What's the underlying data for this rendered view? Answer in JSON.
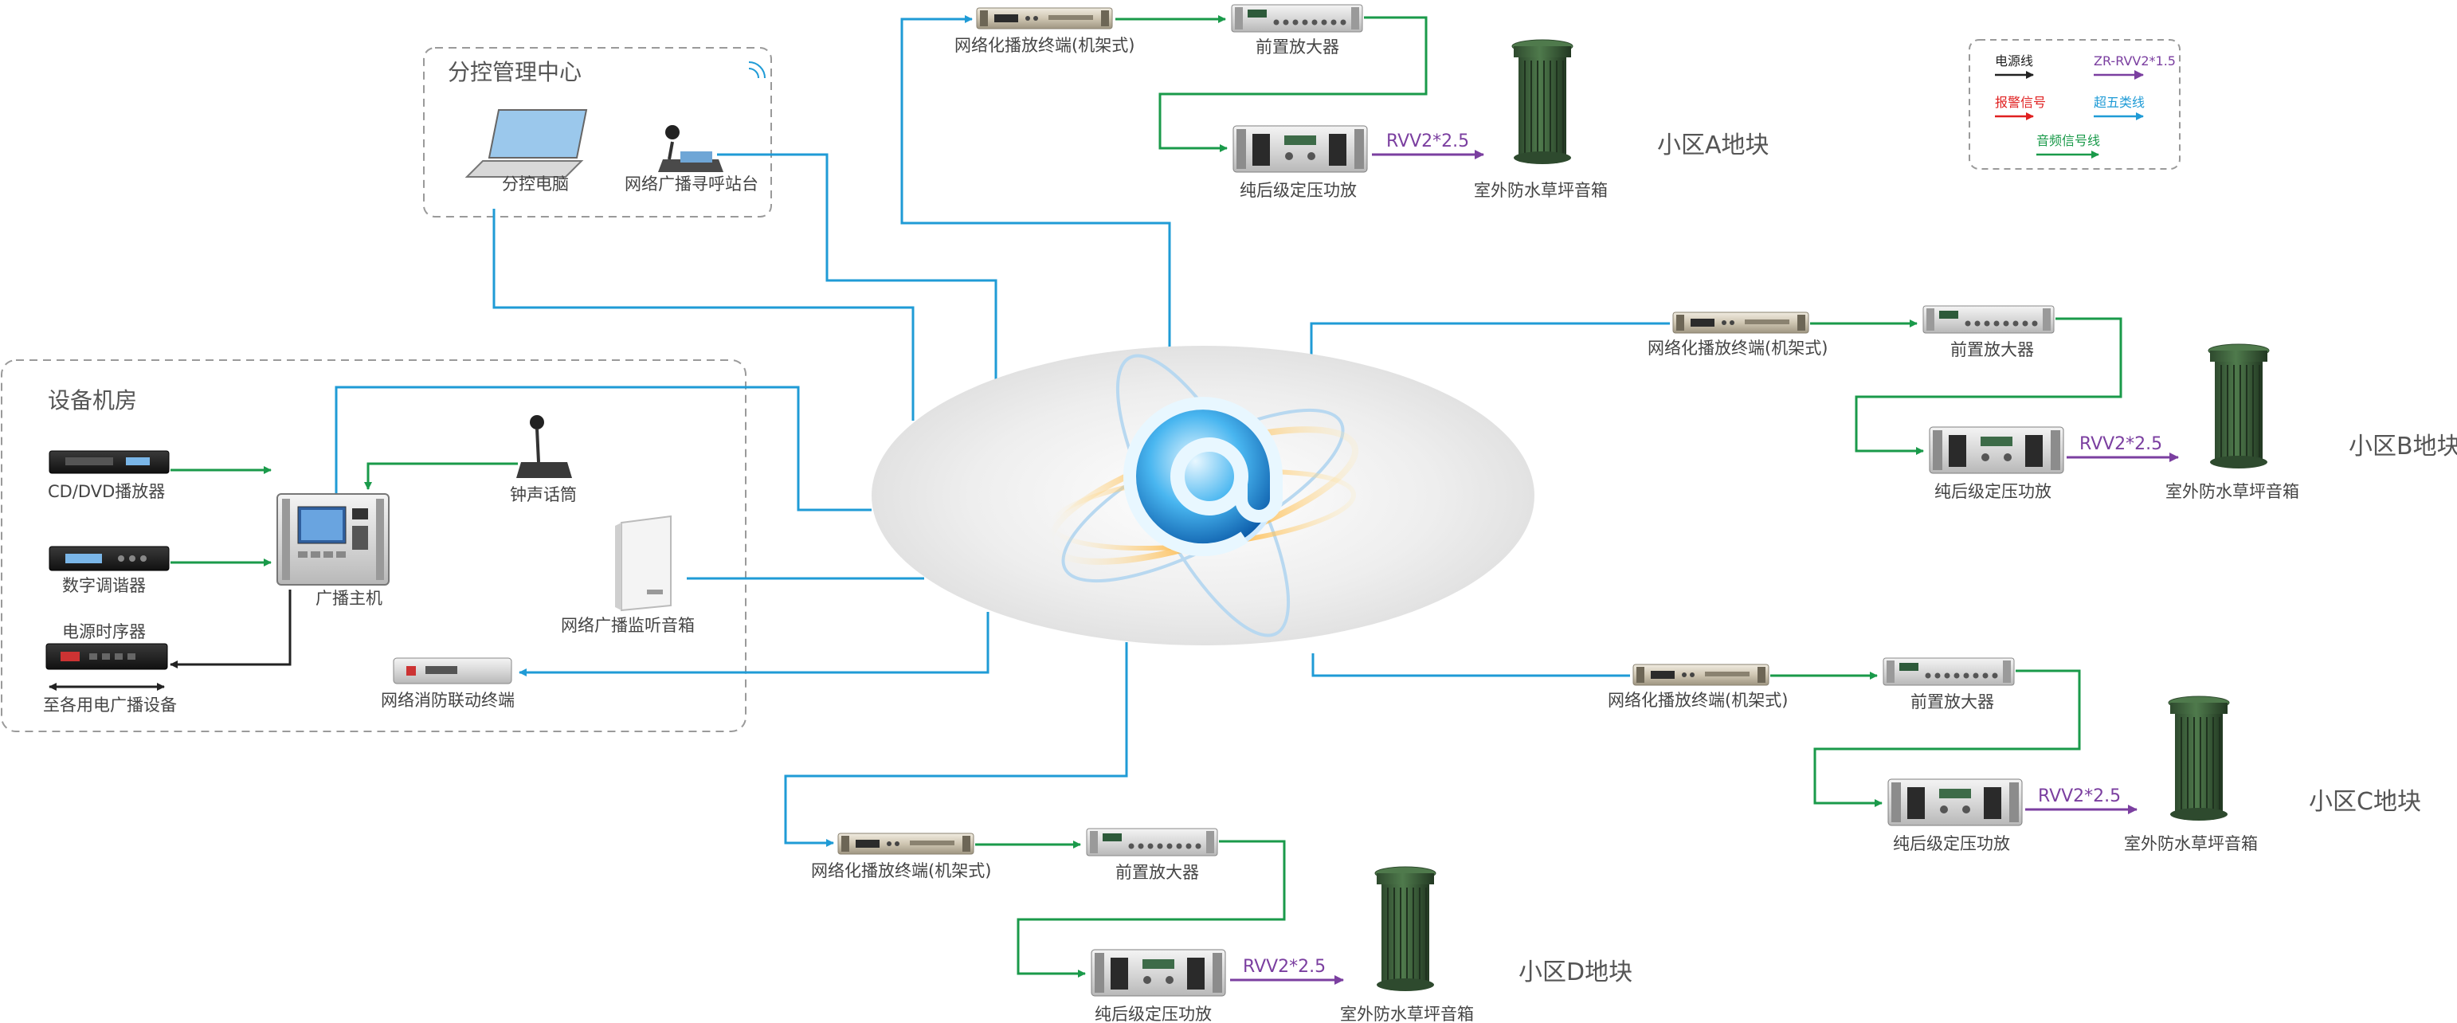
{
  "colors": {
    "ethernet": "#1f9bd6",
    "audio": "#1a9a4a",
    "power": "#222222",
    "alarm": "#e02020",
    "zr": "#7b3fa0",
    "rvv": "#7b3fa0",
    "boxDash": "#9a9a9a"
  },
  "groups": {
    "control_center": "分控管理中心",
    "equipment_room": "设备机房"
  },
  "devices": {
    "control_pc": "分控电脑",
    "paging_station": "网络广播寻呼站台",
    "cd_player": "CD/DVD播放器",
    "tuner": "数字调谐器",
    "power_sequencer": "电源时序器",
    "to_power_devices": "至各用电广播设备",
    "broadcast_host": "广播主机",
    "chime_mic": "钟声话筒",
    "monitor_speaker": "网络广播监听音箱",
    "fire_terminal": "网络消防联动终端"
  },
  "zones": [
    {
      "terminal": "网络化播放终端(机架式)",
      "preamp": "前置放大器",
      "amp": "纯后级定压功放",
      "cable": "RVV2*2.5",
      "speaker": "室外防水草坪音箱",
      "name": "小区A地块"
    },
    {
      "terminal": "网络化播放终端(机架式)",
      "preamp": "前置放大器",
      "amp": "纯后级定压功放",
      "cable": "RVV2*2.5",
      "speaker": "室外防水草坪音箱",
      "name": "小区B地块"
    },
    {
      "terminal": "网络化播放终端(机架式)",
      "preamp": "前置放大器",
      "amp": "纯后级定压功放",
      "cable": "RVV2*2.5",
      "speaker": "室外防水草坪音箱",
      "name": "小区C地块"
    },
    {
      "terminal": "网络化播放终端(机架式)",
      "preamp": "前置放大器",
      "amp": "纯后级定压功放",
      "cable": "RVV2*2.5",
      "speaker": "室外防水草坪音箱",
      "name": "小区D地块"
    }
  ],
  "legend": {
    "power_line": "电源线",
    "zr_line": "ZR-RVV2*1.5",
    "alarm_signal": "报警信号",
    "cat5e": "超五类线",
    "audio_line": "音频信号线"
  },
  "network_icon": "at-sign-globe-icon"
}
